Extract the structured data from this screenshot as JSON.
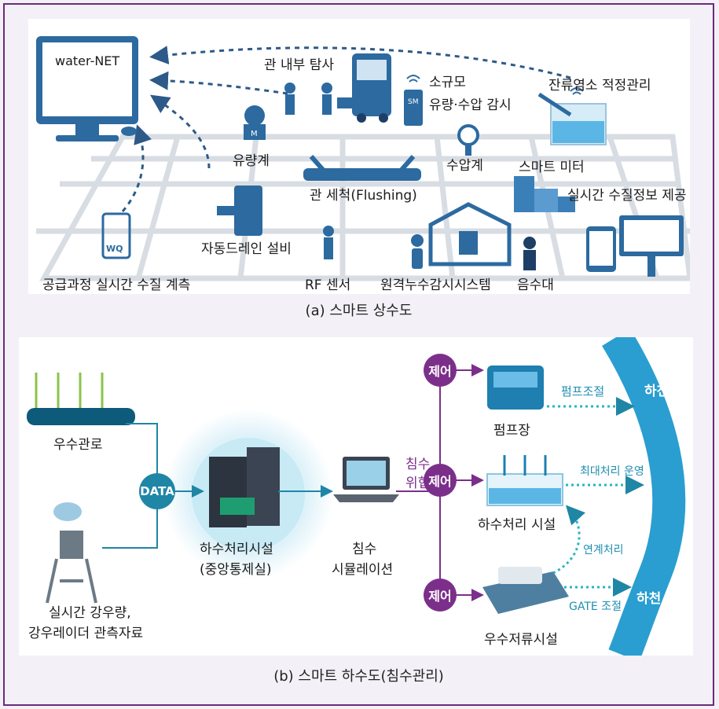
{
  "panel_a": {
    "labels": {
      "water_net": "water-NET",
      "pipe_inspection": "관 내부 탐사",
      "small_scale": "소규모",
      "flow_pressure_monitor": "유량·수압 감시",
      "chlorine": "잔류염소 적정관리",
      "flowmeter": "유량계",
      "pressure_gauge": "수압계",
      "smart_meter": "스마트 미터",
      "flushing": "관 세척(Flushing)",
      "realtime_info": "실시간 수질정보 제공",
      "auto_drain": "자동드레인 설비",
      "supply_measure": "공급과정 실시간 수질 계측",
      "rf_sensor": "RF 센서",
      "leak_monitor": "원격누수감시시스템",
      "fountain": "음수대",
      "wq_tag": "WQ",
      "sm_tag": "SM",
      "m_tag": "M"
    },
    "caption": "(a) 스마트 상수도"
  },
  "panel_b": {
    "labels": {
      "storm_pipe": "우수관로",
      "rainfall_1": "실시간 강우량,",
      "rainfall_2": "강우레이더 관측자료",
      "data": "DATA",
      "facility_1": "하수처리시설",
      "facility_2": "(중앙통제실)",
      "sim_1": "침수",
      "sim_2": "시뮬레이션",
      "threat_1": "침수",
      "threat_2": "위협",
      "control": "제어",
      "pump_station": "펌프장",
      "pump_control": "펌프조절",
      "sewage_plant": "하수처리 시설",
      "max_treatment": "최대처리 운영",
      "linked_treatment": "연계처리",
      "storage": "우수저류시설",
      "gate_control": "GATE 조절",
      "river": "하천"
    },
    "caption": "(b) 스마트 하수도(침수관리)"
  },
  "colors": {
    "frame": "#6a2c7a",
    "background": "#f4f0f7",
    "accent_purple": "#7b2f8a",
    "accent_blue": "#1f86a6",
    "river_blue": "#2a9ed0"
  }
}
